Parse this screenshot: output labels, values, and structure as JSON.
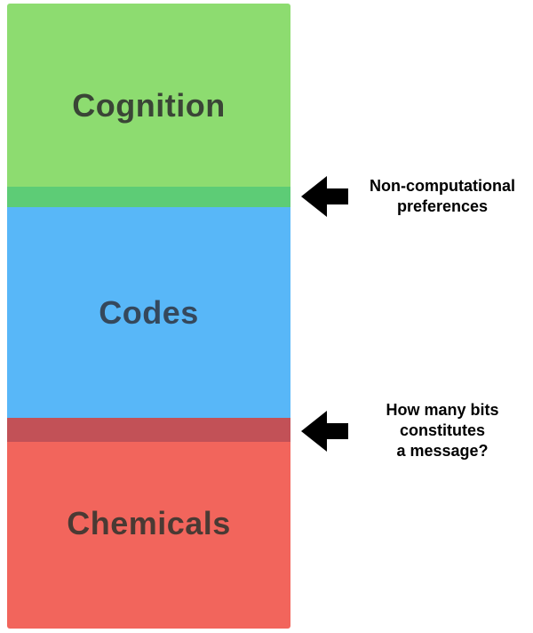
{
  "diagram": {
    "background": "#ffffff",
    "arrow_color": "#000000",
    "blocks": [
      {
        "label": "Cognition",
        "color": "#8ddc70",
        "strip_color": "#5dcc76",
        "text_color": "#3a4536"
      },
      {
        "label": "Codes",
        "color": "#58b7f8",
        "text_color": "#35485c"
      },
      {
        "label": "Chemicals",
        "color": "#f2655c",
        "strip_color": "#c25157",
        "text_color": "#4a3a34"
      }
    ],
    "annotations": [
      {
        "text": "Non-computational\npreferences"
      },
      {
        "text": "How many bits\nconstitutes\na message?"
      }
    ]
  }
}
